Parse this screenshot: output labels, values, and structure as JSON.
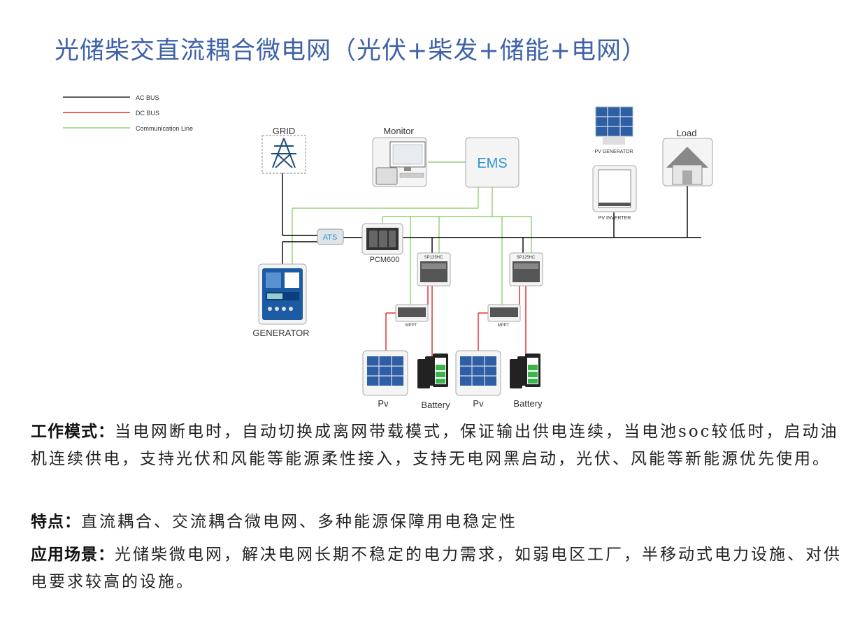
{
  "title": "光储柴交直流耦合微电网（光伏+柴发+储能+电网）",
  "legend": [
    {
      "label": "AC BUS",
      "color": "#000000"
    },
    {
      "label": "DC BUS",
      "color": "#e00000"
    },
    {
      "label": "Communication Line",
      "color": "#7fc65a"
    }
  ],
  "nodes": {
    "grid": "GRID",
    "monitor": "Monitor",
    "ems": "EMS",
    "pv_generator": "PV GENERATOR",
    "pv_inverter": "PV INVERTER",
    "load": "Load",
    "ats": "ATS",
    "pcm": "PCM600",
    "generator": "GENERATOR",
    "pcs1": "SP125HC",
    "pcs2": "SP125HC",
    "mppt1": "MPPT",
    "mppt2": "MPPT",
    "pv1": "Pv",
    "battery1": "Battery",
    "pv2": "Pv",
    "battery2": "Battery"
  },
  "text": {
    "mode_label": "工作模式：",
    "mode_body": "当电网断电时，自动切换成离网带载模式，保证输出供电连续，当电池soc较低时，启动油机连续供电，支持光伏和风能等能源柔性接入，支持无电网黑启动，光伏、风能等新能源优先使用。",
    "feature_label": "特点：",
    "feature_body": "直流耦合、交流耦合微电网、多种能源保障用电稳定性",
    "scene_label": "应用场景：",
    "scene_body": "光储柴微电网，解决电网长期不稳定的电力需求，如弱电区工厂，半移动式电力设施、对供电要求较高的设施。"
  }
}
